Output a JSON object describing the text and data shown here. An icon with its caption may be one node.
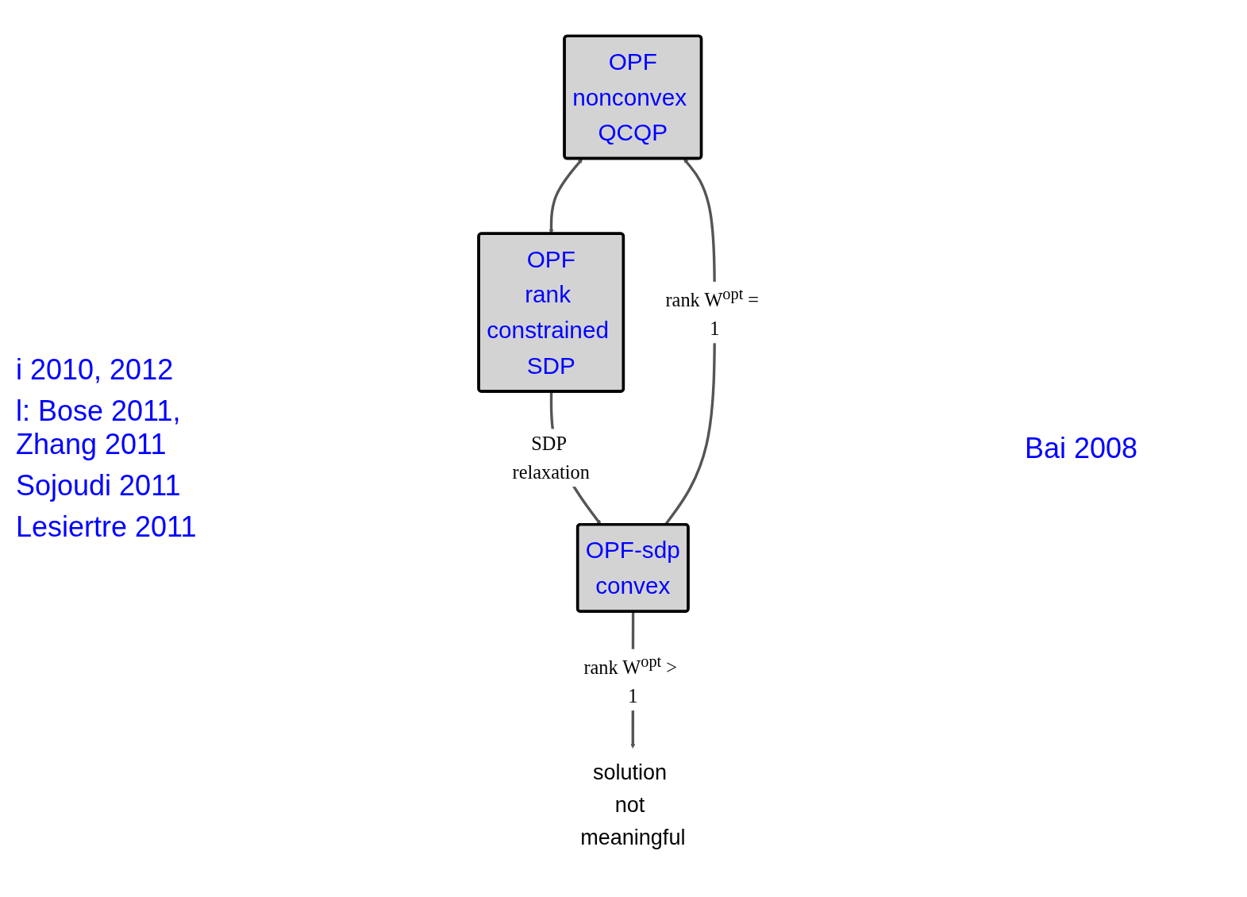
{
  "diagram": {
    "nodes": [
      {
        "text": [
          "OPF",
          "nonconvex QCQP"
        ]
      },
      {
        "text": [
          "OPF",
          "rank constrained SDP"
        ]
      },
      {
        "text": [
          "OPF-sdp",
          "convex"
        ]
      },
      {
        "text": [
          "solution not meaningful"
        ]
      }
    ],
    "edges": [
      {
        "from": 0,
        "to": 1,
        "arrow": "both"
      },
      {
        "from": 1,
        "to": 2,
        "arrow": "to",
        "label": "SDP relaxation"
      },
      {
        "from": 2,
        "to": 0,
        "arrow": "to",
        "label": "rank W$^{opt}$ = 1"
      },
      {
        "from": 2,
        "to": 3,
        "arrow": "to",
        "label": "rank W$^{opt}$ > 1"
      }
    ],
    "labels": [
      "i 2010, 2012",
      "l: Bose 2011, Zhang 2011",
      "Sojoudi 2011",
      "Bai 2008",
      "Lesiertre 2011"
    ]
  }
}
